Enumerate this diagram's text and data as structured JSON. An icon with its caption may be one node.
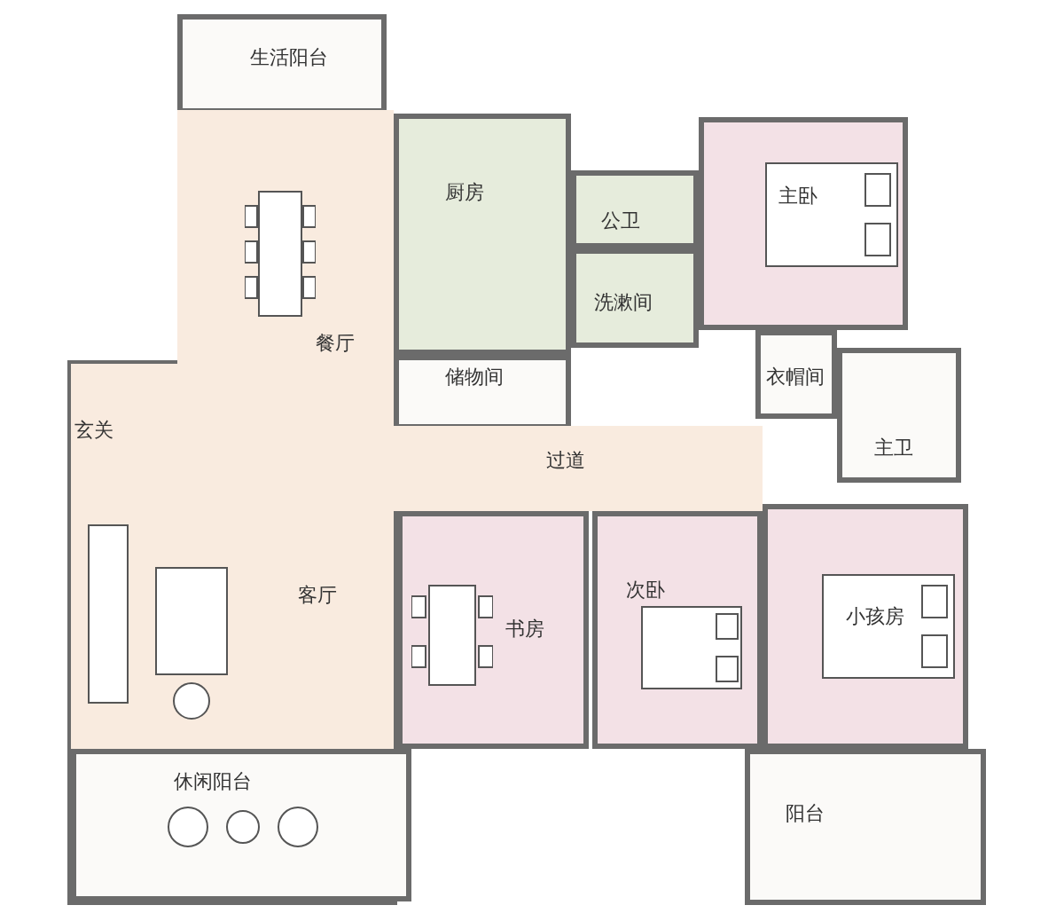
{
  "diagram": {
    "nodes": [
      {
        "text": [
          "生活阳台"
        ]
      },
      {
        "text": [
          "厨房"
        ]
      },
      {
        "text": [
          "公卫"
        ]
      },
      {
        "text": [
          "洗漱间"
        ]
      },
      {
        "text": [
          "主卧"
        ]
      },
      {
        "text": [
          "餐厅"
        ]
      },
      {
        "text": [
          "储物间"
        ]
      },
      {
        "text": [
          "衣帽间"
        ]
      },
      {
        "text": [
          "主卫"
        ]
      },
      {
        "text": [
          "玄关"
        ]
      },
      {
        "text": [
          "过道"
        ]
      },
      {
        "text": [
          "客厅"
        ]
      },
      {
        "text": [
          "书房"
        ]
      },
      {
        "text": [
          "次卧"
        ]
      },
      {
        "text": [
          "小孩房"
        ]
      },
      {
        "text": [
          "休闲阳台"
        ]
      },
      {
        "text": [
          "阳台"
        ]
      }
    ],
    "edges": []
  }
}
